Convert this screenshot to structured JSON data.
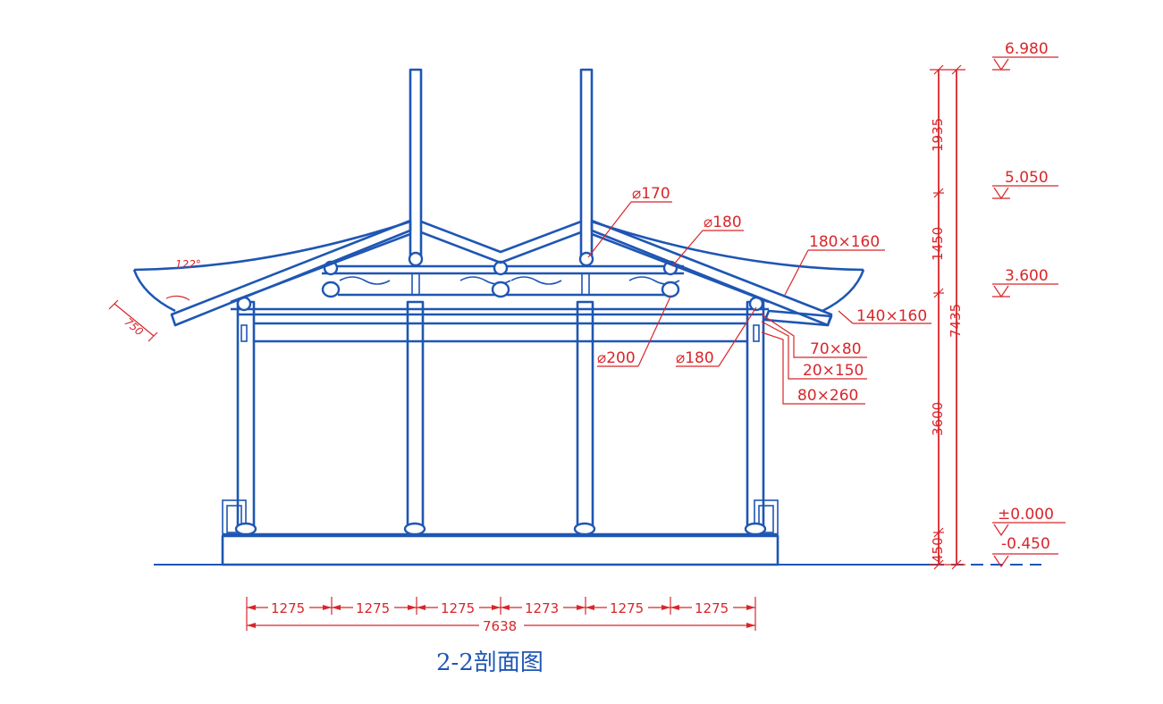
{
  "title": "2-2剖面图",
  "elevations": [
    "6.980",
    "5.050",
    "3.600",
    "±0.000",
    "-0.450"
  ],
  "vertical_dims": [
    "1935",
    "1450",
    "3600",
    "450",
    "7435"
  ],
  "horizontal_dims": [
    "1275",
    "1275",
    "1275",
    "1273",
    "1275",
    "1275"
  ],
  "total_width": "7638",
  "labels": {
    "d170": "⌀170",
    "d180_top": "⌀180",
    "rafter_180x160": "180×160",
    "rafter_140x160": "140×160",
    "d200": "⌀200",
    "d180_low": "⌀180",
    "s70x80": "70×80",
    "s20x150": "20×150",
    "s80x260": "80×260"
  },
  "angle": "122°",
  "eave_length": "750"
}
